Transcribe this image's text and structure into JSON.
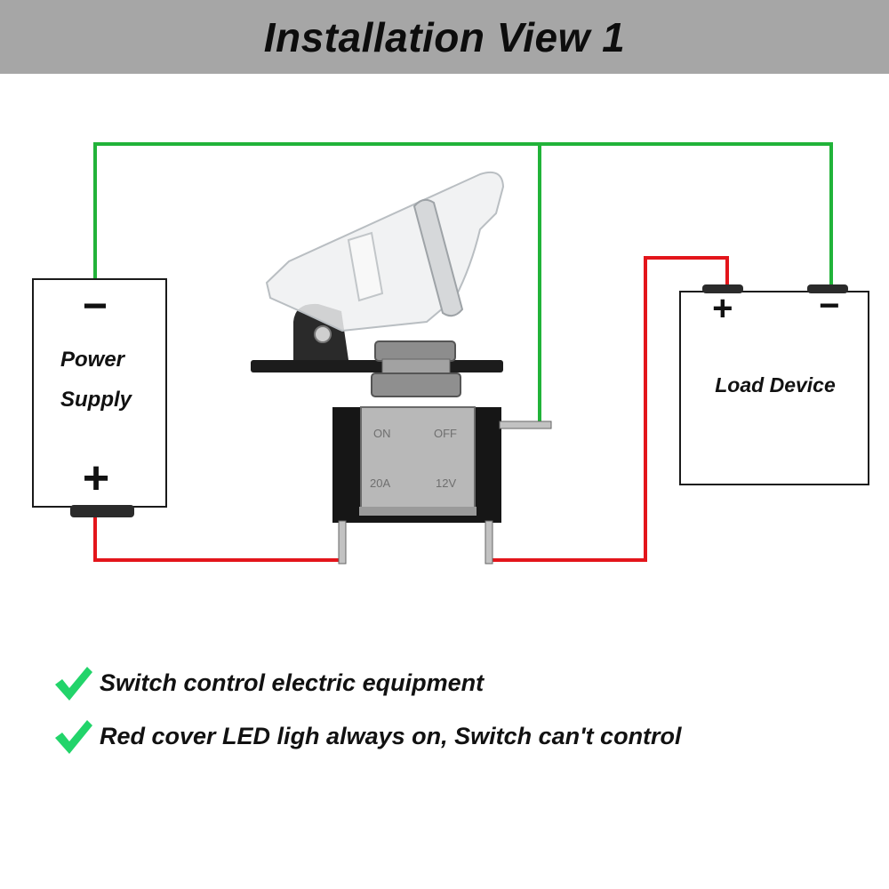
{
  "header": {
    "title": "Installation View 1"
  },
  "power_supply": {
    "minus": "−",
    "label_line1": "Power",
    "label_line2": "Supply",
    "plus": "+"
  },
  "load_device": {
    "plus": "+",
    "minus": "−",
    "label": "Load Device"
  },
  "switch": {
    "mark_on": "ON",
    "mark_off": "OFF",
    "mark_amps": "20A",
    "mark_volts": "12V"
  },
  "wires": {
    "ground_color": "#21b339",
    "positive_color": "#e3151b"
  },
  "notes": [
    {
      "icon": "check-icon",
      "text": "Switch control electric equipment"
    },
    {
      "icon": "check-icon",
      "text": "Red cover LED ligh always on, Switch can't control"
    }
  ],
  "colors": {
    "header_bg": "#a6a6a6",
    "check_green": "#22d46a"
  }
}
